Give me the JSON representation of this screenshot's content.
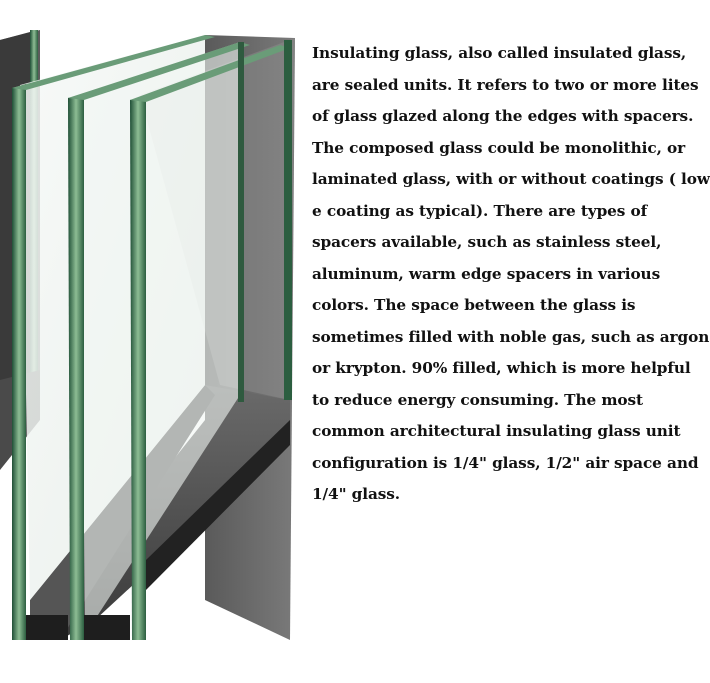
{
  "description": {
    "lines": [
      "Insulating glass, also called insulated glass,",
      "are sealed units. It refers to two or more lites",
      "of glass glazed along  the edges with spacers.",
      "The composed glass could be monolithic, or",
      "laminated glass, with or without coatings ( low",
      "e coating as typical). There are types of",
      "spacers available, such as stainless steel,",
      "aluminum, warm edge spacers in various",
      "colors. The space between the glass is",
      "sometimes filled with noble gas, such as argon",
      "or krypton. 90% filled, which is more helpful",
      "to reduce energy consuming. The most",
      "common architectural insulating glass unit",
      "configuration is 1/4\" glass, 1/2\" air space and",
      "1/4\" glass."
    ]
  },
  "colors": {
    "glass_edge": "#2f6b4a",
    "glass_edge_light": "#7fb08a",
    "spacer": "#2b2b2b",
    "spacer_face": "#6f6f6f",
    "text": "#111111"
  }
}
